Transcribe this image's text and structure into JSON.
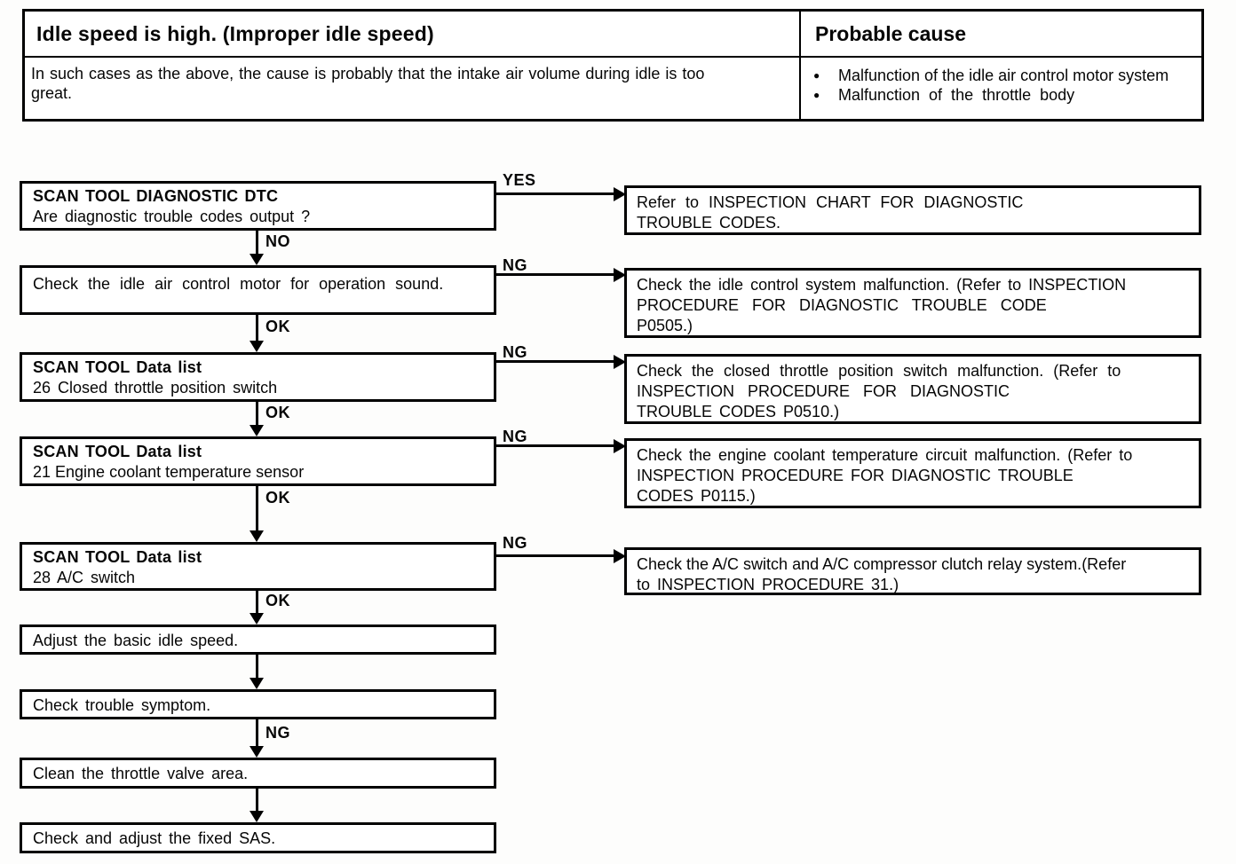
{
  "symptom_table": {
    "symptom": "Idle speed is high. (Improper idle speed)",
    "probable_cause_header": "Probable cause",
    "description_lines": [
      "In such cases as the above, the cause is probably that the intake air volume during idle is too",
      "great."
    ],
    "causes": [
      "Malfunction of the idle air control motor system",
      "Malfunction of the throttle body"
    ]
  },
  "flowchart": {
    "steps": [
      {
        "title": "SCAN TOOL DIAGNOSTIC DTC",
        "subtitle": "Are diagnostic trouble codes output ?"
      },
      {
        "text": "Check the idle air control motor for operation sound."
      },
      {
        "title": "SCAN TOOL Data list",
        "subtitle": "26 Closed throttle position switch"
      },
      {
        "title": "SCAN TOOL Data list",
        "subtitle": "21 Engine coolant temperature sensor"
      },
      {
        "title": "SCAN TOOL Data list",
        "subtitle": "28 A/C switch"
      },
      {
        "text": "Adjust the basic idle speed."
      },
      {
        "text": "Check trouble symptom."
      },
      {
        "text": "Clean the throttle valve area."
      },
      {
        "text": "Check and adjust the fixed SAS."
      }
    ],
    "results": [
      {
        "lines": [
          "Refer to INSPECTION CHART FOR DIAGNOSTIC",
          "TROUBLE CODES."
        ]
      },
      {
        "lines": [
          "Check the idle control system malfunction. (Refer to INSPECTION",
          "PROCEDURE FOR DIAGNOSTIC TROUBLE CODE",
          "P0505.)"
        ]
      },
      {
        "lines": [
          "Check the closed throttle position switch malfunction. (Refer to",
          "INSPECTION PROCEDURE FOR DIAGNOSTIC",
          "TROUBLE CODES P0510.)"
        ]
      },
      {
        "lines": [
          "Check the engine coolant temperature circuit malfunction. (Refer to",
          "INSPECTION PROCEDURE FOR DIAGNOSTIC TROUBLE",
          "CODES P0115.)"
        ]
      },
      {
        "lines": [
          "Check the A/C switch and A/C compressor clutch relay system.(Refer",
          "to INSPECTION PROCEDURE 31.)"
        ]
      }
    ],
    "branch_labels": {
      "step1_right": "YES",
      "step1_down": "NO",
      "step2_right": "NG",
      "step2_down": "OK",
      "step3_right": "NG",
      "step3_down": "OK",
      "step4_right": "NG",
      "step4_down": "OK",
      "step5_right": "NG",
      "step5_down": "OK",
      "step7_down": "NG"
    }
  }
}
